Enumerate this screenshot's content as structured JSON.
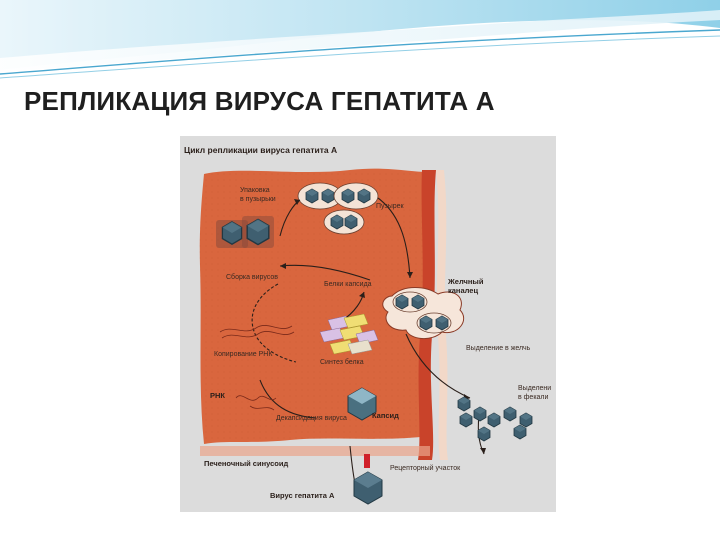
{
  "slide": {
    "title": "РЕПЛИКАЦИЯ ВИРУСА ГЕПАТИТА А",
    "colors": {
      "accent": "#5bb5d6",
      "cell": "#d9663e",
      "canal_wall": "#c9432a",
      "virion": "#3f5f70",
      "background": "#ffffff"
    }
  },
  "figure": {
    "title": "Цикл репликации вируса гепатита А",
    "labels": {
      "packaging": "Упаковка",
      "into_vesicles": "в пузырьки",
      "vesicle": "Пузырек",
      "bile_canal_1": "Желчный",
      "bile_canal_2": "каналец",
      "virus_assembly": "Сборка вирусов",
      "capsid_proteins": "Белки капсида",
      "bile_release": "Выделение в желчь",
      "rna_copying": "Копирование РНК",
      "protein_synthesis": "Синтез белка",
      "fecal_release_1": "Выделени",
      "fecal_release_2": "в фекали",
      "rna": "РНК",
      "uncoating": "Декапсидация вируса",
      "capsid": "Капсид",
      "sinusoid": "Печеночный синусоид",
      "receptor": "Рецепторный участок",
      "virus": "Вирус гепатита А"
    },
    "icons": [
      "virion-icon",
      "vesicle-icon",
      "protein-block-icon",
      "receptor-icon"
    ]
  }
}
